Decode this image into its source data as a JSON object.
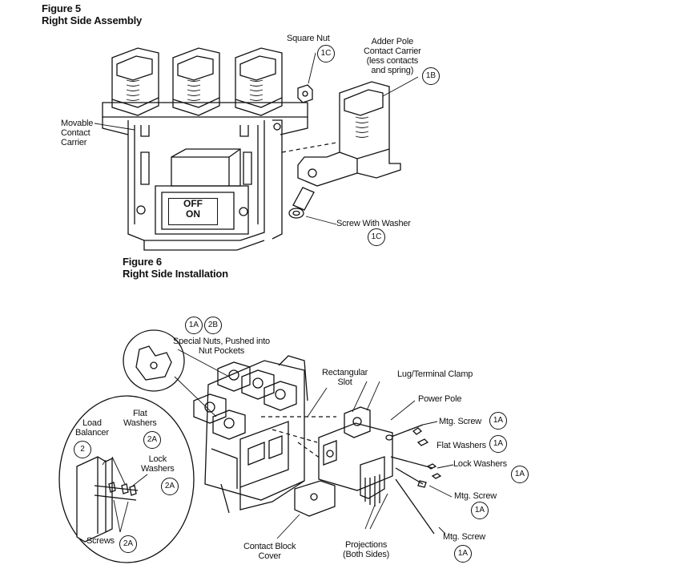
{
  "figure5": {
    "number": "Figure 5",
    "title": "Right Side Assembly",
    "labels": {
      "square_nut": "Square Nut",
      "adder_pole": "Adder Pole\nContact Carrier\n(less contacts\nand spring)",
      "movable_carrier": "Movable\nContact\nCarrier",
      "screw_washer": "Screw With Washer",
      "off": "OFF",
      "on": "ON"
    },
    "callouts": {
      "square_nut": "1C",
      "adder_pole": "1B",
      "screw_washer": "1C"
    }
  },
  "figure6": {
    "number": "Figure 6",
    "title": "Right Side Installation",
    "labels": {
      "special_nuts": "Special Nuts, Pushed into\nNut Pockets",
      "rect_slot": "Rectangular\nSlot",
      "lug_clamp": "Lug/Terminal Clamp",
      "power_pole": "Power Pole",
      "mtg_screw_1": "Mtg. Screw",
      "flat_washers_1": "Flat Washers",
      "lock_washers_1": "Lock Washers",
      "mtg_screw_2": "Mtg. Screw",
      "mtg_screw_3": "Mtg. Screw",
      "load_balancer": "Load\nBalancer",
      "flat_washers_2": "Flat\nWashers",
      "lock_washers_2": "Lock\nWashers",
      "screws": "Screws",
      "contact_block_cover": "Contact Block\nCover",
      "projections": "Projections\n(Both Sides)"
    },
    "callouts": {
      "special_nuts_a": "1A",
      "special_nuts_b": "2B",
      "mtg_screw_1": "1A",
      "flat_washers_1": "1A",
      "lock_washers_1": "1A",
      "mtg_screw_2": "1A",
      "mtg_screw_3": "1A",
      "load_balancer": "2",
      "flat_washers_2": "2A",
      "lock_washers_2": "2A",
      "screws": "2A"
    }
  }
}
